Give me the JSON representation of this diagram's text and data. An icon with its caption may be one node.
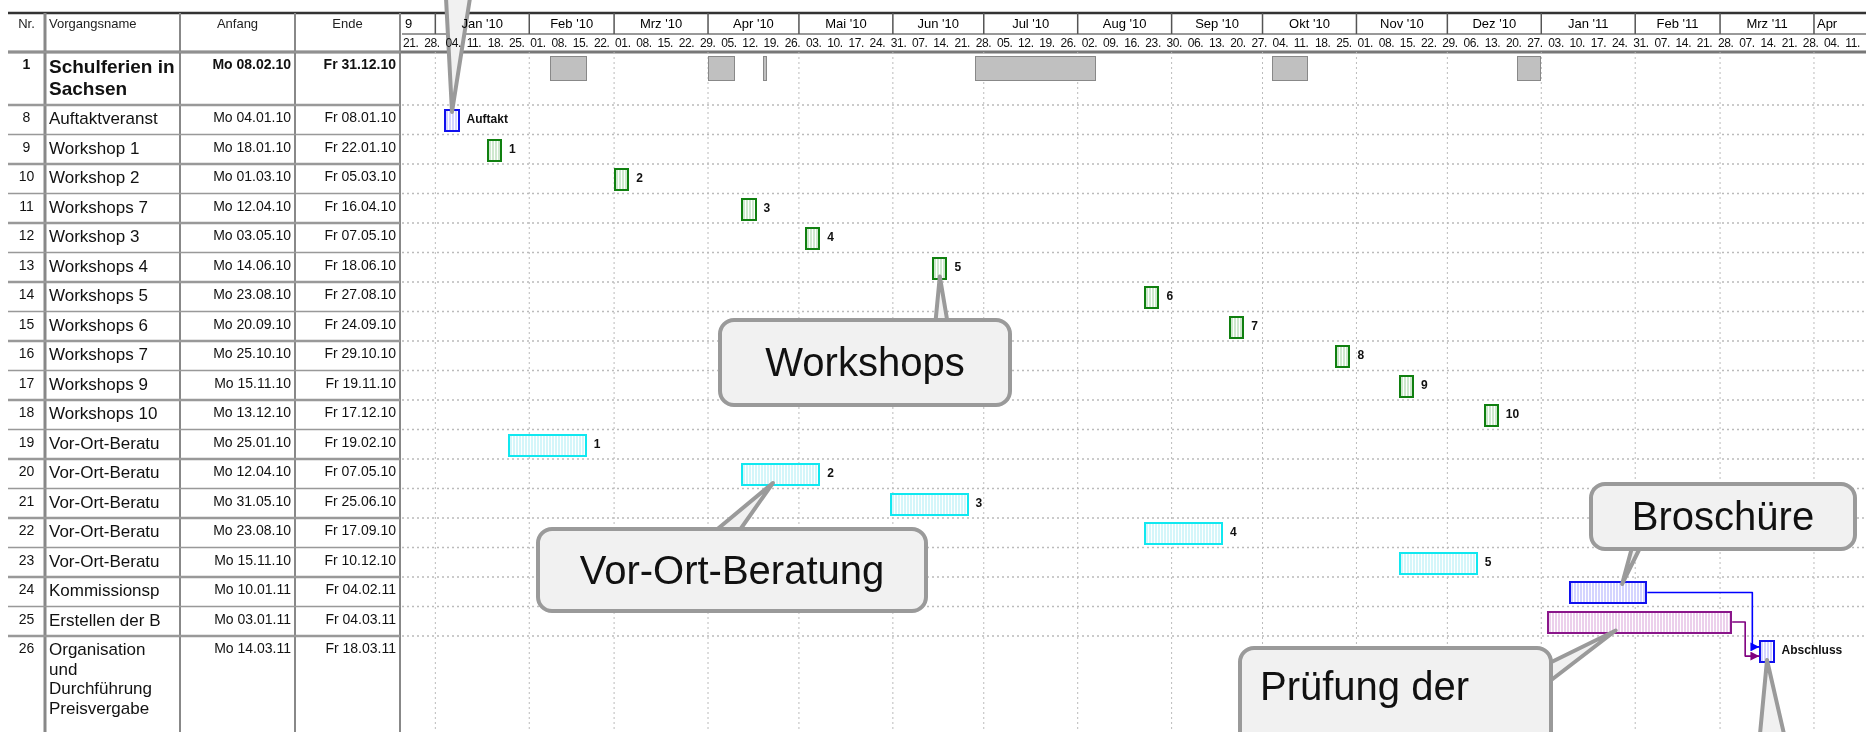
{
  "diagram": {
    "nodes": [
      {
        "text": [],
        "shape": "bar"
      },
      {
        "text": [],
        "shape": "bar"
      },
      {
        "text": [],
        "shape": "bar"
      },
      {
        "text": [],
        "shape": "bar"
      },
      {
        "text": [],
        "shape": "bar"
      },
      {
        "text": [],
        "shape": "bar"
      },
      {
        "text": [],
        "shape": "bar",
        "beside": [
          "Auftakt"
        ]
      },
      {
        "text": [],
        "shape": "bar",
        "beside": [
          "1"
        ]
      },
      {
        "text": [],
        "shape": "bar",
        "beside": [
          "2"
        ]
      },
      {
        "text": [],
        "shape": "bar",
        "beside": [
          "3"
        ]
      },
      {
        "text": [],
        "shape": "bar",
        "beside": [
          "4"
        ]
      },
      {
        "text": [],
        "shape": "bar",
        "beside": [
          "5"
        ]
      },
      {
        "text": [],
        "shape": "bar",
        "beside": [
          "6"
        ]
      },
      {
        "text": [],
        "shape": "bar",
        "beside": [
          "7"
        ]
      },
      {
        "text": [],
        "shape": "bar",
        "beside": [
          "8"
        ]
      },
      {
        "text": [],
        "shape": "bar",
        "beside": [
          "9"
        ]
      },
      {
        "text": [],
        "shape": "bar",
        "beside": [
          "10"
        ]
      },
      {
        "text": [],
        "shape": "bar",
        "beside": [
          "1"
        ]
      },
      {
        "text": [],
        "shape": "bar",
        "beside": [
          "2"
        ]
      },
      {
        "text": [],
        "shape": "bar",
        "beside": [
          "3"
        ]
      },
      {
        "text": [],
        "shape": "bar",
        "beside": [
          "4"
        ]
      },
      {
        "text": [],
        "shape": "bar",
        "beside": [
          "5"
        ]
      },
      {
        "text": [],
        "shape": "bar"
      },
      {
        "text": [],
        "shape": "bar"
      },
      {
        "text": [],
        "shape": "bar",
        "beside": [
          "Abschluss"
        ]
      },
      {
        "text": [
          "Workshops"
        ]
      },
      {
        "text": [
          "Vor-Ort-Beratung"
        ]
      },
      {
        "text": [
          "Broschüre"
        ]
      },
      {
        "text": [
          "Prüfung der"
        ]
      }
    ],
    "edges": [
      {
        "from": null,
        "to": 6,
        "arrow": "to"
      },
      {
        "from": 25,
        "to": 11,
        "arrow": "to"
      },
      {
        "from": 26,
        "to": 18,
        "arrow": "to"
      },
      {
        "from": 27,
        "to": 22,
        "arrow": "to"
      },
      {
        "from": 28,
        "to": 23,
        "arrow": "to"
      },
      {
        "from": null,
        "to": 24,
        "arrow": "to"
      },
      {
        "from": 22,
        "to": 24,
        "arrow": "to",
        "color": "#0000ff"
      },
      {
        "from": 23,
        "to": 24,
        "arrow": "to",
        "color": "#800080"
      }
    ],
    "labels": [
      "Nr.",
      "Vorgangsname",
      "Anfang",
      "Ende",
      "1",
      "Schulferien in Sachsen",
      "Mo 08.02.10",
      "Fr 31.12.10",
      "8",
      "Auftaktveranst",
      "Mo 04.01.10",
      "Fr 08.01.10",
      "9",
      "Workshop 1",
      "Mo 18.01.10",
      "Fr 22.01.10",
      "10",
      "Workshop 2",
      "Mo 01.03.10",
      "Fr 05.03.10",
      "11",
      "Workshops 7",
      "Mo 12.04.10",
      "Fr 16.04.10",
      "12",
      "Workshop 3",
      "Mo 03.05.10",
      "Fr 07.05.10",
      "13",
      "Workshops 4",
      "Mo 14.06.10",
      "Fr 18.06.10",
      "14",
      "Workshops 5",
      "Mo 23.08.10",
      "Fr 27.08.10",
      "15",
      "Workshops 6",
      "Mo 20.09.10",
      "Fr 24.09.10",
      "16",
      "Workshops 7",
      "Mo 25.10.10",
      "Fr 29.10.10",
      "17",
      "Workshops 9",
      "Mo 15.11.10",
      "Fr 19.11.10",
      "18",
      "Workshops 10",
      "Mo 13.12.10",
      "Fr 17.12.10",
      "19",
      "Vor-Ort-Beratu",
      "Mo 25.01.10",
      "Fr 19.02.10",
      "20",
      "Vor-Ort-Beratu",
      "Mo 12.04.10",
      "Fr 07.05.10",
      "21",
      "Vor-Ort-Beratu",
      "Mo 31.05.10",
      "Fr 25.06.10",
      "22",
      "Vor-Ort-Beratu",
      "Mo 23.08.10",
      "Fr 17.09.10",
      "23",
      "Vor-Ort-Beratu",
      "Mo 15.11.10",
      "Fr 10.12.10",
      "24",
      "Kommissionsp",
      "Mo 10.01.11",
      "Fr 04.02.11",
      "25",
      "Erstellen der B",
      "Mo 03.01.11",
      "Fr 04.03.11",
      "26",
      "Organisation und Durchführung Preisvergabe",
      "Mo 14.03.11",
      "Fr 18.03.11",
      "9",
      "Jan '10",
      "Feb '10",
      "Mrz '10",
      "Apr '10",
      "Mai '10",
      "Jun '10",
      "Jul '10",
      "Aug '10",
      "Sep '10",
      "Okt '10",
      "Nov '10",
      "Dez '10",
      "Jan '11",
      "Feb '11",
      "Mrz '11",
      "Apr",
      "21.",
      "28.",
      "04.",
      "11.",
      "18.",
      "25.",
      "01.",
      "08.",
      "15.",
      "22.",
      "01.",
      "08.",
      "15.",
      "22.",
      "29.",
      "05.",
      "12.",
      "19.",
      "26.",
      "03.",
      "10.",
      "17.",
      "24.",
      "31.",
      "07.",
      "14.",
      "21.",
      "28.",
      "05.",
      "12.",
      "19.",
      "26.",
      "02.",
      "09.",
      "16.",
      "23.",
      "30.",
      "06.",
      "13.",
      "20.",
      "27.",
      "04.",
      "11.",
      "18.",
      "25.",
      "01.",
      "08.",
      "15.",
      "22.",
      "29.",
      "06.",
      "13.",
      "20.",
      "27.",
      "03.",
      "10.",
      "17.",
      "24.",
      "31.",
      "07.",
      "14.",
      "21.",
      "28.",
      "07.",
      "14.",
      "21.",
      "28.",
      "04.",
      "11."
    ]
  }
}
